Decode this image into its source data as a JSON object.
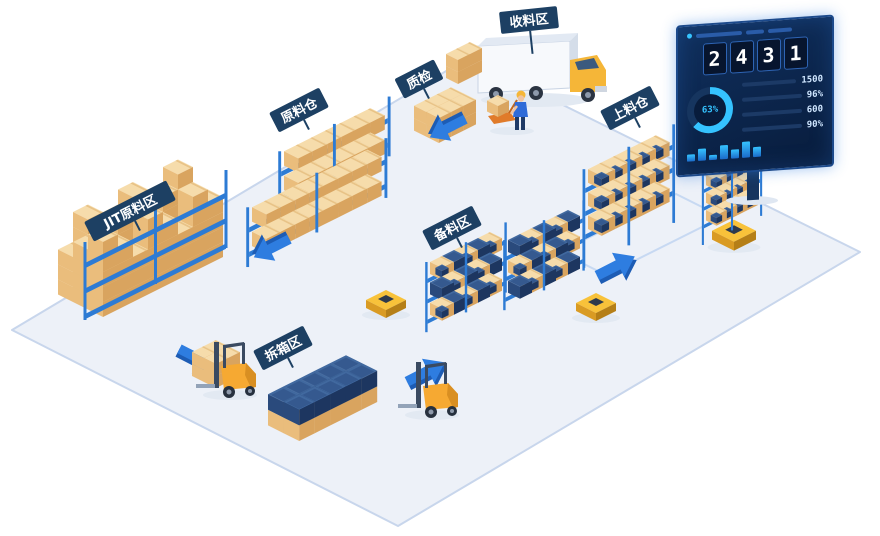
{
  "zones": {
    "receiving": {
      "label": "收料区"
    },
    "inspection": {
      "label": "质检"
    },
    "raw_warehouse": {
      "label": "原料仓"
    },
    "jit_raw": {
      "label": "JIT原料区"
    },
    "unboxing": {
      "label": "拆箱区"
    },
    "preparation": {
      "label": "备料区"
    },
    "loading": {
      "label": "上料仓"
    }
  },
  "dashboard": {
    "counter_digits": [
      "2",
      "4",
      "3",
      "1"
    ],
    "gauge_percent": "63%",
    "stats": [
      {
        "value": "1500"
      },
      {
        "value": "96%"
      },
      {
        "value": "600"
      },
      {
        "value": "90%"
      }
    ]
  },
  "colors": {
    "accent_blue": "#2e7de0",
    "rack_blue": "#2d7bd4",
    "box_tan": "#eabd7c",
    "bin_navy": "#2a4a7c",
    "vehicle_yellow": "#f6b93b",
    "panel_navy": "#10305e"
  }
}
